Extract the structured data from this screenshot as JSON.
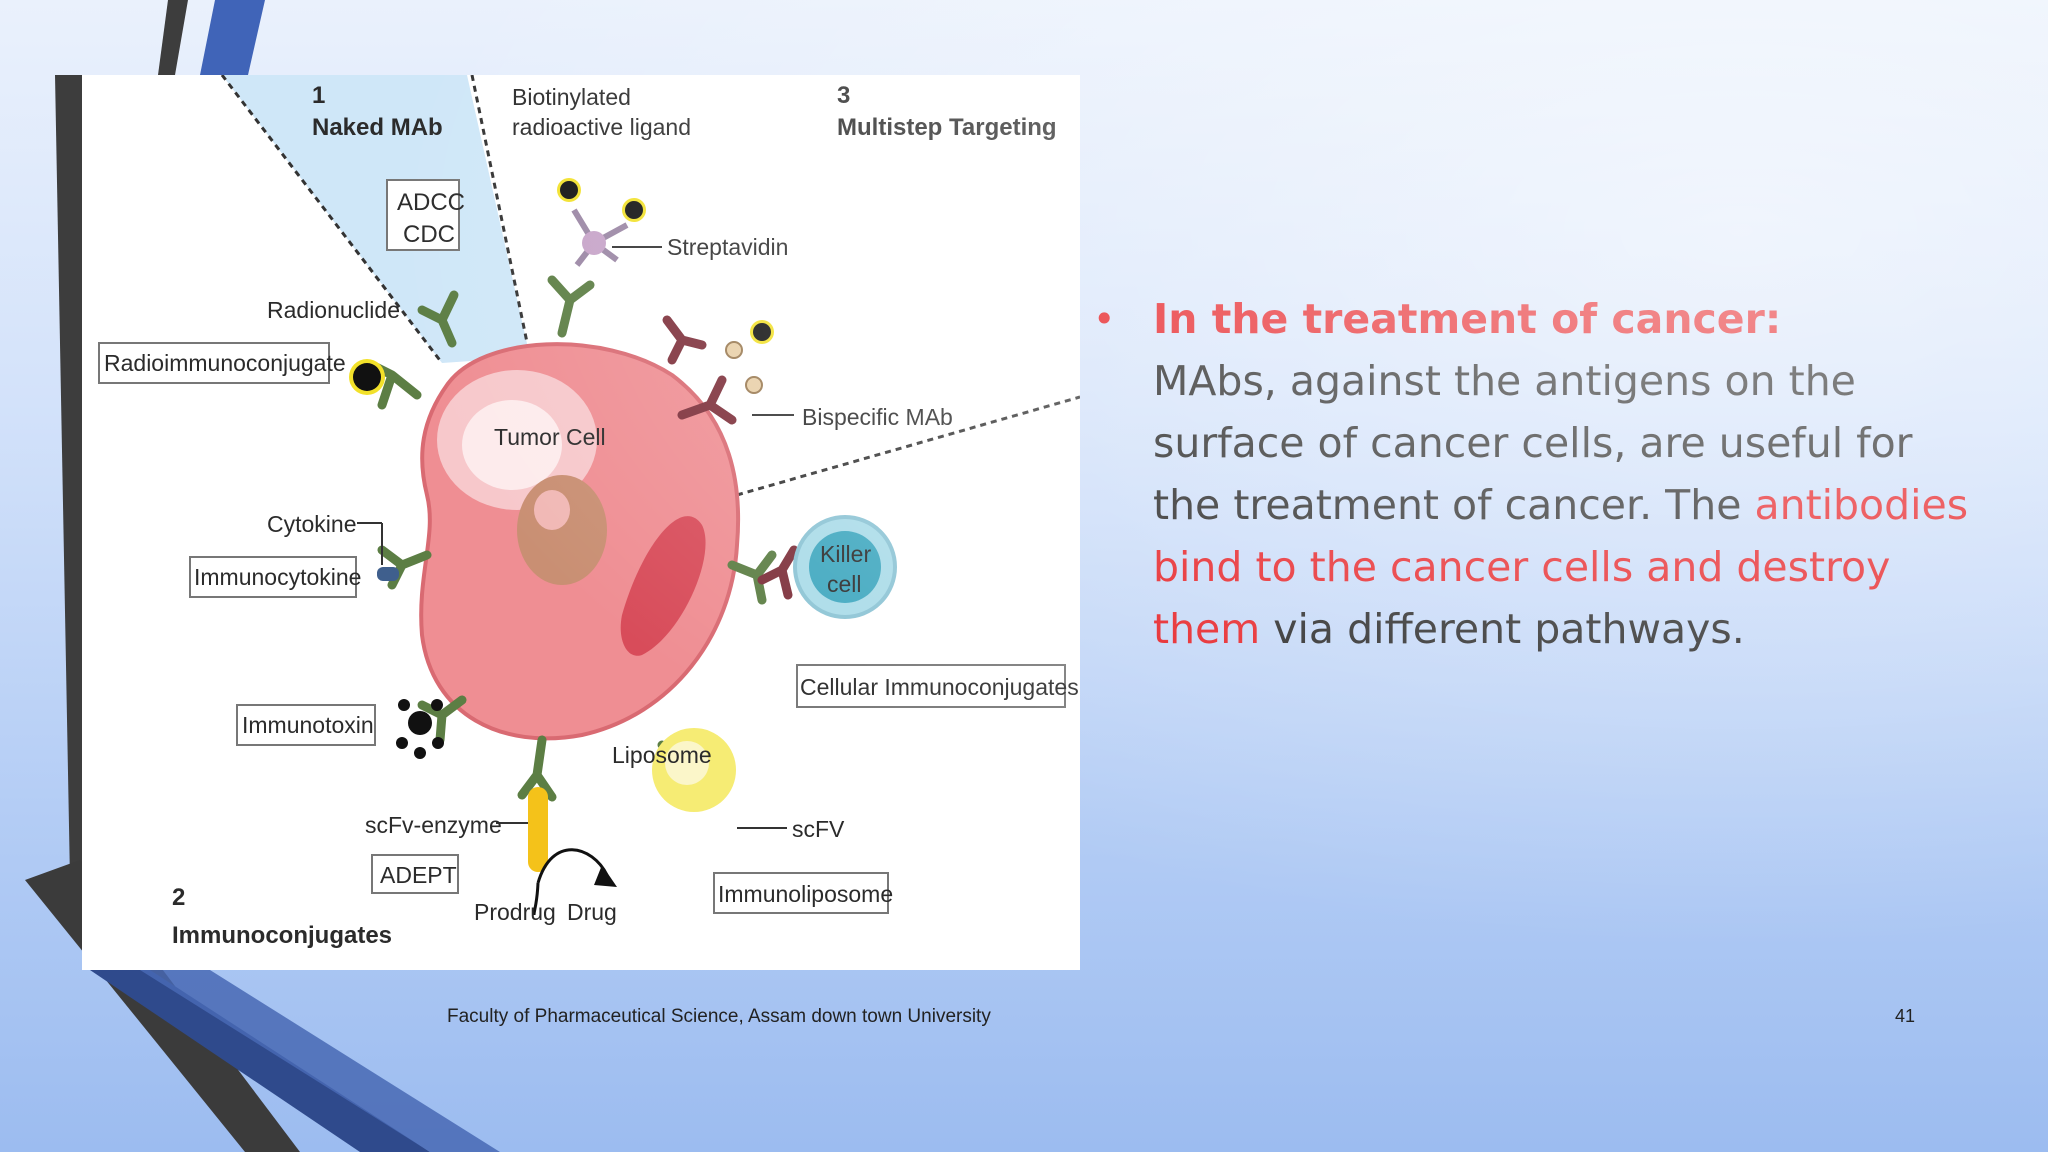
{
  "diagram": {
    "labels": {
      "section1_number": "1",
      "section1_title": "Naked MAb",
      "adcc": "ADCC",
      "cdc": "CDC",
      "biotinylated_line1": "Biotinylated",
      "biotinylated_line2": "radioactive ligand",
      "section3_number": "3",
      "section3_title": "Multistep Targeting",
      "streptavidin": "Streptavidin",
      "radionuclide": "Radionuclide",
      "radioimmunoconjugate": "Radioimmunoconjugate",
      "tumor_cell": "Tumor Cell",
      "bispecific_mab": "Bispecific MAb",
      "cytokine": "Cytokine",
      "immunocytokine": "Immunocytokine",
      "killer_line1": "Killer",
      "killer_line2": "cell",
      "cellular_immunoconjugates": "Cellular Immunoconjugates",
      "immunotoxin": "Immunotoxin",
      "liposome": "Liposome",
      "scfv_enzyme": "scFv-enzyme",
      "scfv": "scFV",
      "adept": "ADEPT",
      "immunoliposome": "Immunoliposome",
      "section2_number": "2",
      "section2_title": "Immunoconjugates",
      "prodrug": "Prodrug",
      "drug": "Drug"
    }
  },
  "bullet": {
    "heading": "In the treatment of cancer:",
    "text1": "MAbs, against the antigens on the surface of cancer cells, are useful for the treatment of cancer. The ",
    "highlight": "antibodies bind to the cancer cells and destroy them",
    "text2": " via different pathways."
  },
  "footer": {
    "text": "Faculty of Pharmaceutical Science, Assam down town University",
    "page_number": "41"
  },
  "colors": {
    "accent_red": "#e5161b",
    "frame_blue": "#3f62b5",
    "frame_dark": "#3d3d3d"
  }
}
